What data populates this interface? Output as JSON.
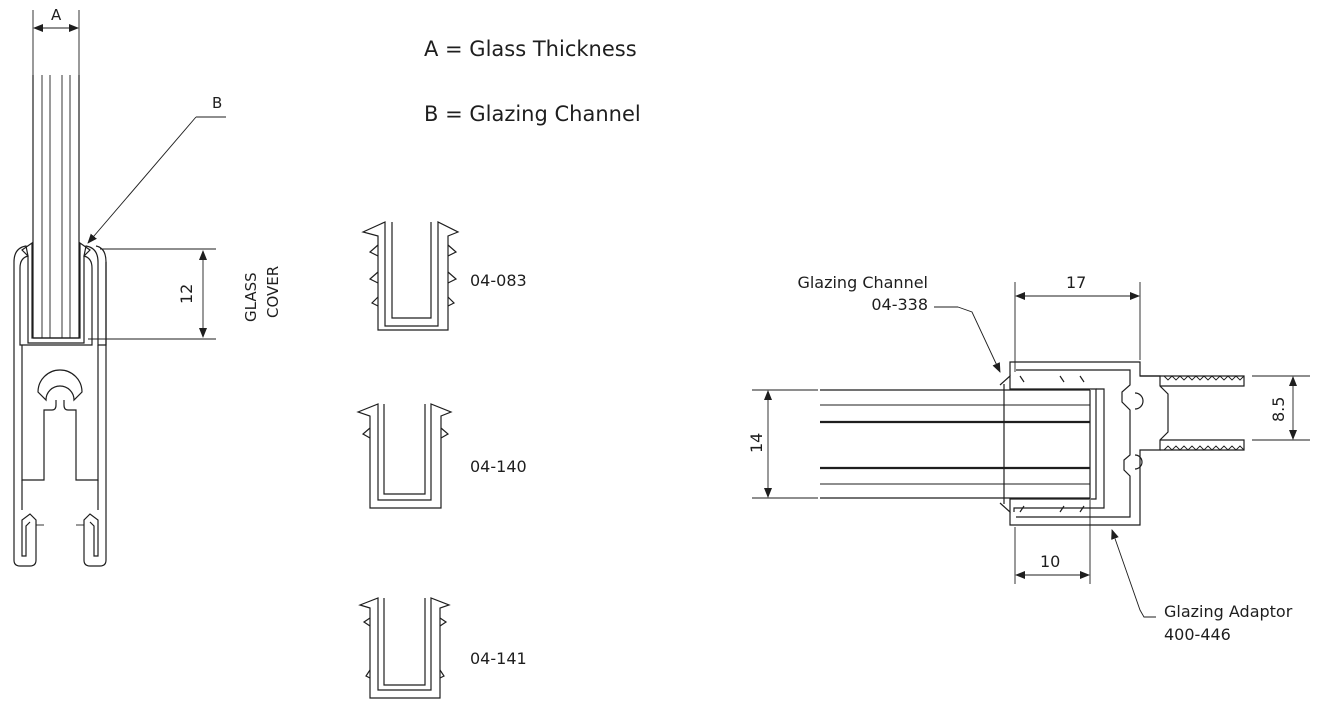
{
  "legend": {
    "a_definition": "A = Glass Thickness",
    "b_definition": "B = Glazing Channel"
  },
  "left_detail": {
    "label_a": "A",
    "label_b": "B",
    "dim_cover": "12",
    "cover_label_line1": "GLASS",
    "cover_label_line2": "COVER"
  },
  "channel_profiles": [
    {
      "code": "04-083"
    },
    {
      "code": "04-140"
    },
    {
      "code": "04-141"
    }
  ],
  "right_detail": {
    "channel_label_line1": "Glazing Channel",
    "channel_label_line2": "04-338",
    "adaptor_label_line1": "Glazing Adaptor",
    "adaptor_label_line2": "400-446",
    "dim_top": "17",
    "dim_bottom": "10",
    "dim_glass": "14",
    "dim_spigot": "8.5"
  }
}
